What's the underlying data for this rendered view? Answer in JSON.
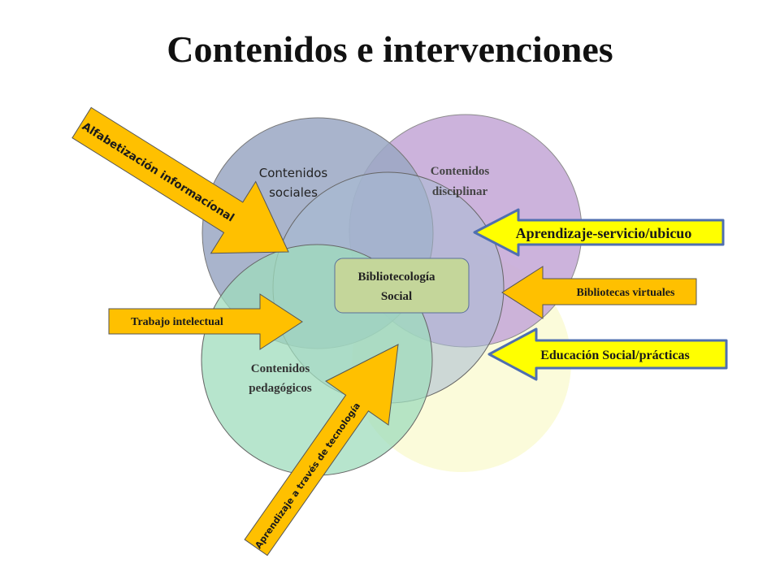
{
  "title": "Contenidos e intervenciones",
  "circles": {
    "sociales": {
      "line1": "Contenidos",
      "line2": "sociales",
      "color": "#9aa7c3"
    },
    "disciplinar": {
      "line1": "Contenidos",
      "line2": "disciplinar",
      "color": "#c6abd8"
    },
    "pedagogicos": {
      "line1": "Contenidos",
      "line2": "pedagógicos",
      "color": "#9fdcbc"
    },
    "center_circle_color": "#a8bcd4",
    "yellow_circle_color": "#fbfbd6"
  },
  "center_box": {
    "line1": "Bibliotecología",
    "line2": "Social",
    "color": "#c4d69a"
  },
  "arrows": {
    "alfabetizacion": "Alfabetización informacíonal",
    "aprendizaje_servicio": "Aprendizaje-servicio/ubicuo",
    "bibliotecas_virtuales": "Bibliotecas virtuales",
    "educacion_social": "Educación Social/prácticas",
    "trabajo_intelectual": "Trabajo intelectual",
    "aprendizaje_tecnologia": "Aprendizaje a través de tecnología"
  },
  "colors": {
    "arrow_orange": "#ffc000",
    "arrow_yellow": "#ffff00",
    "arrow_border_blue": "#4f6fb0"
  }
}
